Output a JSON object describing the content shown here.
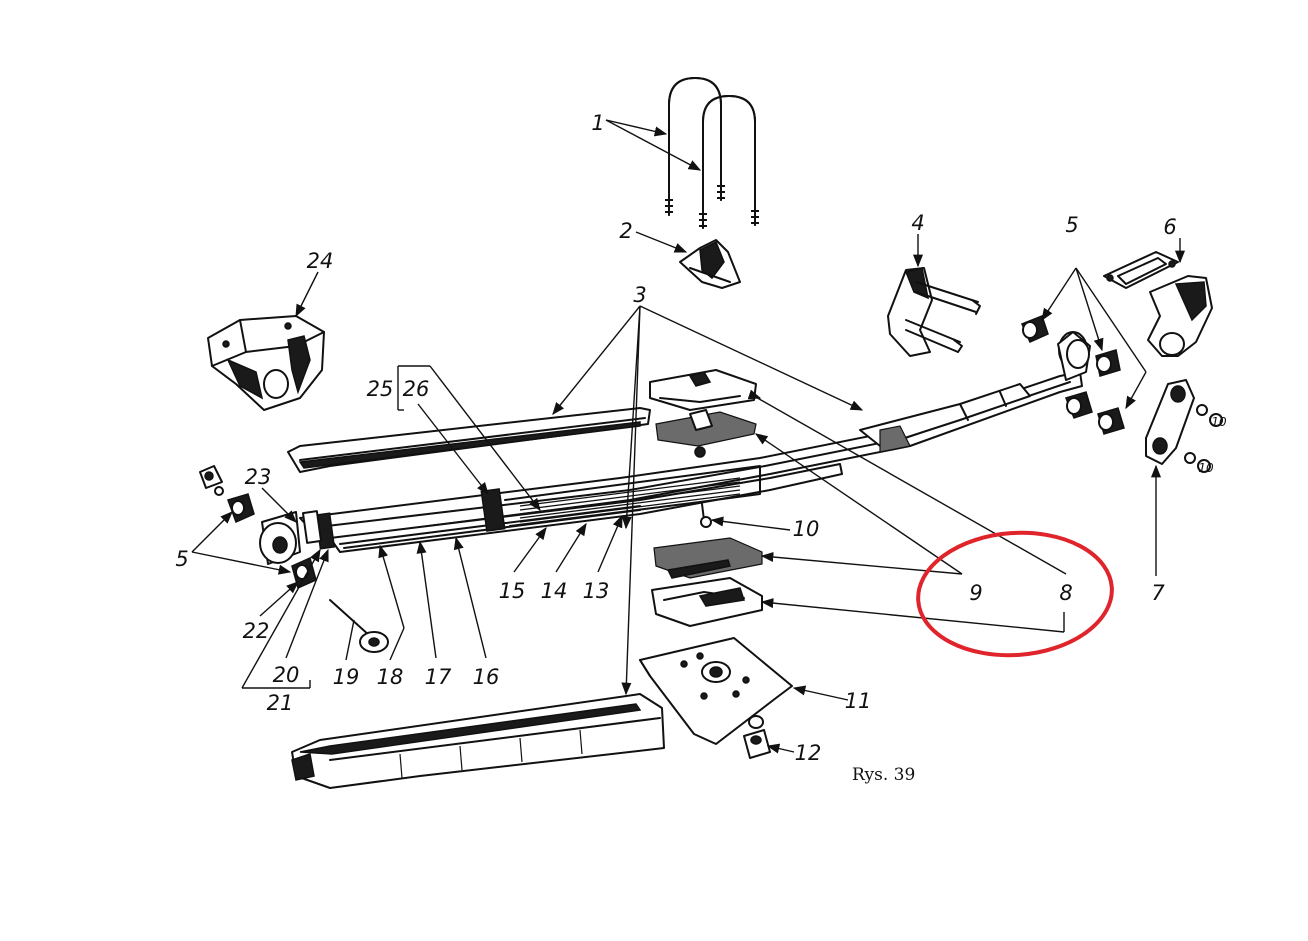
{
  "caption": "Rys. 39",
  "labels": {
    "l1": "1",
    "l2": "2",
    "l3": "3",
    "l4": "4",
    "l5a": "5",
    "l5b": "5",
    "l6": "6",
    "l7": "7",
    "l8": "8",
    "l9": "9",
    "l10": "10",
    "l11": "11",
    "l12": "12",
    "l13": "13",
    "l14": "14",
    "l15": "15",
    "l16": "16",
    "l17": "17",
    "l18": "18",
    "l19": "19",
    "l20": "20",
    "l21": "21",
    "l22": "22",
    "l23": "23",
    "l24": "24",
    "l25": "25",
    "l26": "26",
    "washer10a": "10",
    "washer10b": "10"
  },
  "highlight_color": "#e0242c",
  "ink_color": "#111111"
}
